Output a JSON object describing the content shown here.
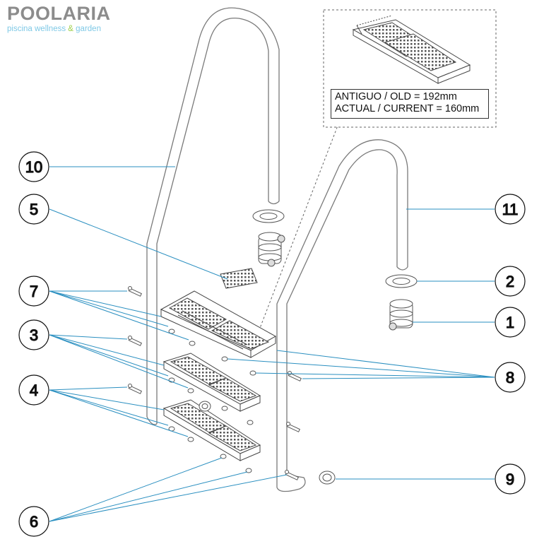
{
  "logo": {
    "brand": "POOLARIA",
    "tagline_main": "piscina wellness ",
    "tagline_amp": "&",
    "tagline_end": " garden"
  },
  "note": {
    "line1": "ANTIGUO / OLD = 192mm",
    "line2": "ACTUAL / CURRENT = 160mm"
  },
  "callouts": [
    "1",
    "2",
    "3",
    "4",
    "5",
    "6",
    "7",
    "8",
    "9",
    "10",
    "11"
  ],
  "colors": {
    "leader": "#2a8fc0",
    "line": "#7a7a7a",
    "text": "#111111",
    "logo_gray": "#8c8c8c",
    "logo_blue": "#7fc9e6",
    "logo_green": "#9fd04a"
  }
}
